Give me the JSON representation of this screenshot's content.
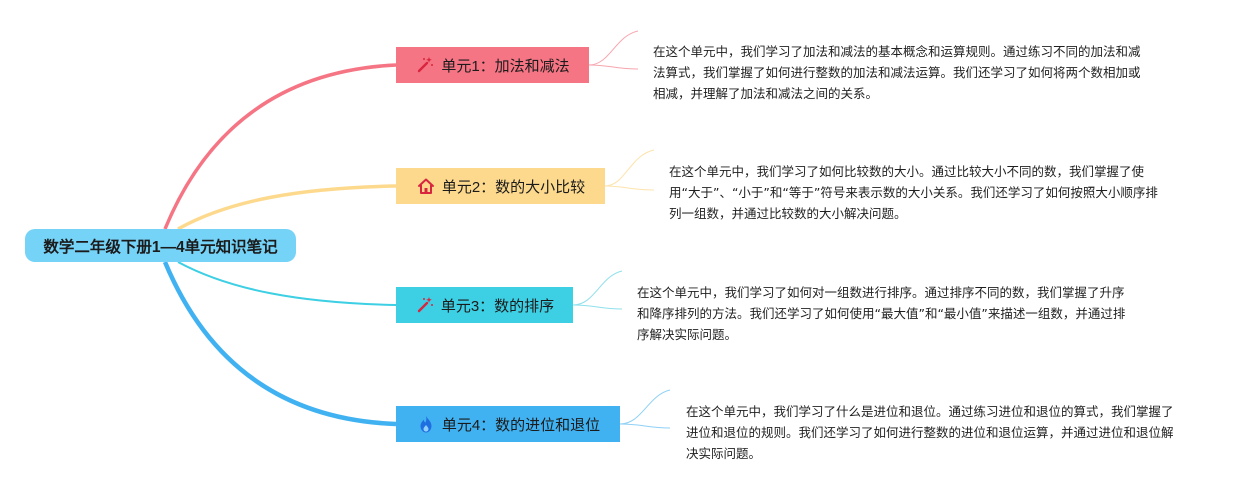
{
  "root": {
    "title": "数学二年级下册1—4单元知识笔记"
  },
  "colors": {
    "root": "#74d3f7",
    "unit1": "#f57584",
    "unit2": "#fdd98d",
    "unit3": "#3dcfe3",
    "unit4": "#41b2f1"
  },
  "units": [
    {
      "label": "单元1：加法和减法",
      "icon": "magic-wand-icon",
      "note": "在这个单元中，我们学习了加法和减法的基本概念和运算规则。通过练习不同的加法和减法算式，我们掌握了如何进行整数的加法和减法运算。我们还学习了如何将两个数相加或相减，并理解了加法和减法之间的关系。"
    },
    {
      "label": "单元2：数的大小比较",
      "icon": "home-icon",
      "note": "在这个单元中，我们学习了如何比较数的大小。通过比较大小不同的数，我们掌握了使用“大于”、“小于”和“等于”符号来表示数的大小关系。我们还学习了如何按照大小顺序排列一组数，并通过比较数的大小解决问题。"
    },
    {
      "label": "单元3：数的排序",
      "icon": "magic-wand-icon",
      "note": "在这个单元中，我们学习了如何对一组数进行排序。通过排序不同的数，我们掌握了升序和降序排列的方法。我们还学习了如何使用“最大值”和“最小值”来描述一组数，并通过排序解决实际问题。"
    },
    {
      "label": "单元4：数的进位和退位",
      "icon": "flame-icon",
      "note": "在这个单元中，我们学习了什么是进位和退位。通过练习进位和退位的算式，我们掌握了进位和退位的规则。我们还学习了如何进行整数的进位和退位运算，并通过进位和退位解决实际问题。"
    }
  ]
}
